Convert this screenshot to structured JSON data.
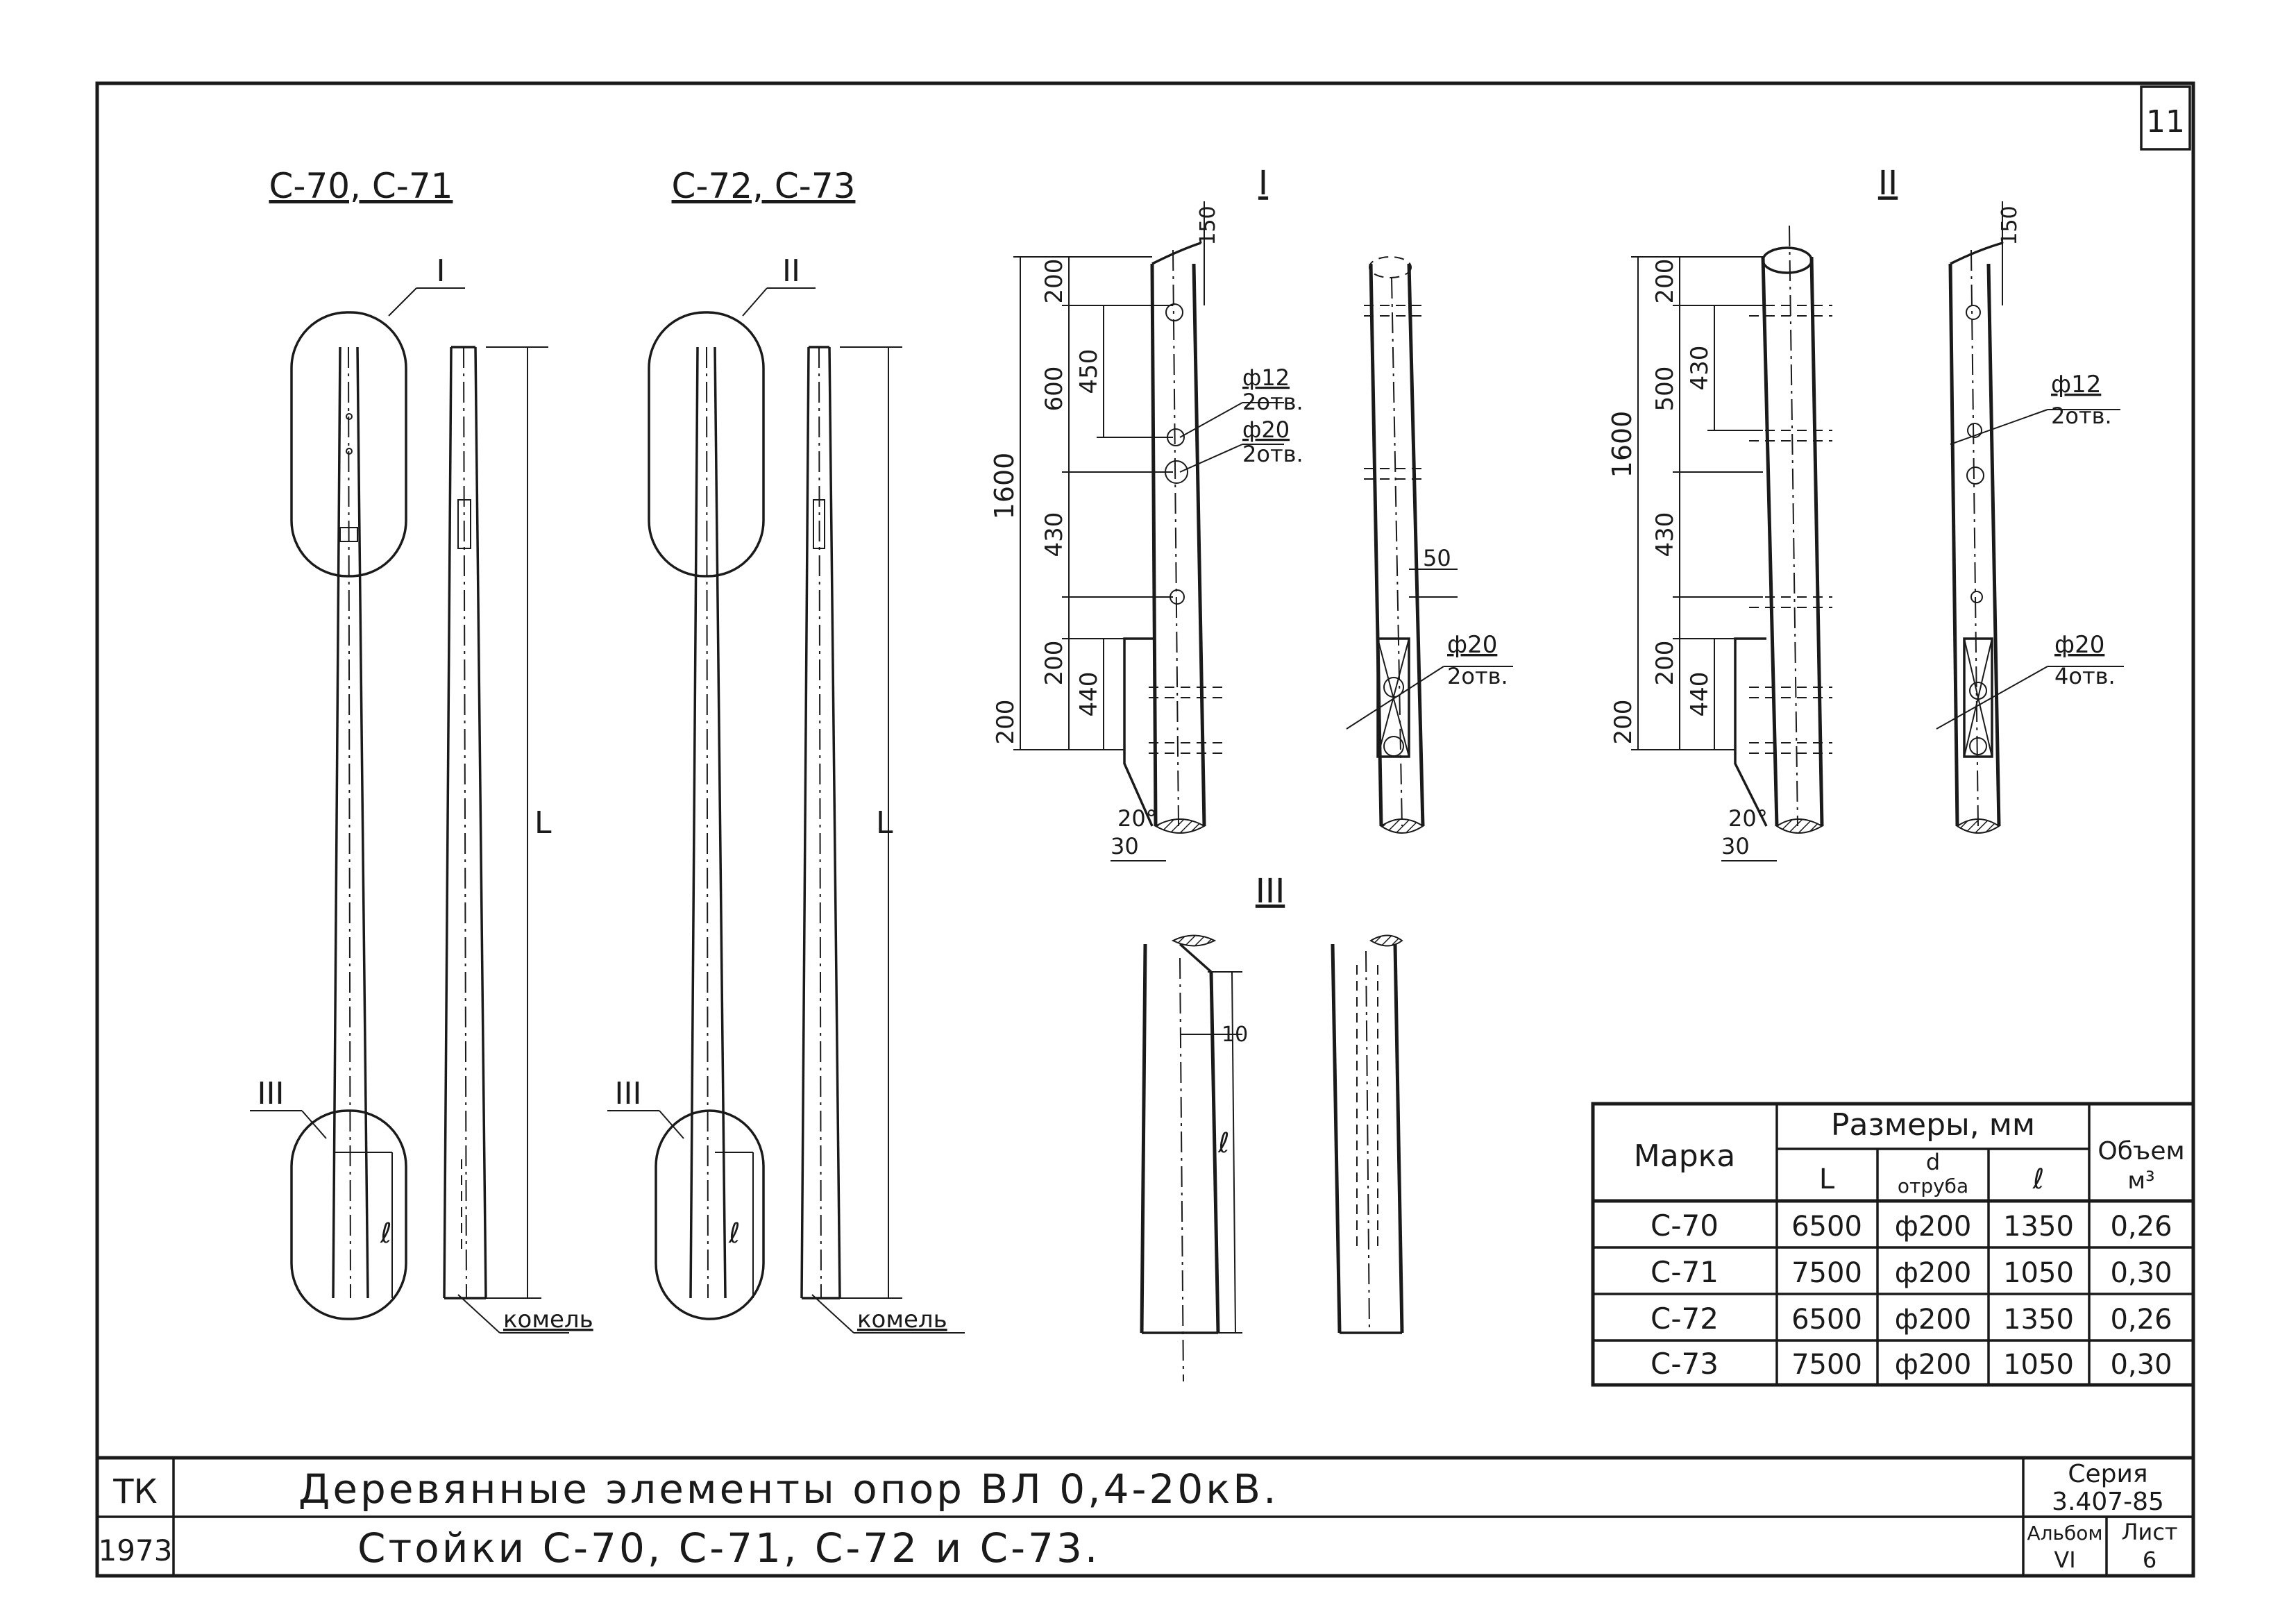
{
  "sheet_number": "11",
  "views": {
    "group_a_title": "С-70, С-71",
    "group_b_title": "С-72, С-73",
    "callout_1": "I",
    "callout_2": "II",
    "callout_3": "III",
    "dim_L": "L",
    "dim_l": "ℓ",
    "butt_label": "комель"
  },
  "detail_1": {
    "title": "I",
    "dims": [
      "200",
      "600",
      "450",
      "1600",
      "430",
      "200",
      "440",
      "200",
      "30",
      "20°",
      "150",
      "50"
    ],
    "hole_12": "ф12",
    "hole_12_count": "2отв.",
    "hole_20": "ф20",
    "hole_20_count": "2отв.",
    "hole_20b": "ф20",
    "hole_20b_count": "2отв."
  },
  "detail_2": {
    "title": "II",
    "dims": [
      "200",
      "500",
      "430",
      "1600",
      "430",
      "200",
      "440",
      "200",
      "30",
      "20°",
      "150"
    ],
    "hole_12": "ф12",
    "hole_12_count": "2отв.",
    "hole_20": "ф20",
    "hole_20_count": "4отв."
  },
  "detail_3": {
    "title": "III",
    "dim_10": "10",
    "dim_l": "ℓ"
  },
  "table": {
    "col_mark": "Марка",
    "col_sizes": "Размеры, мм",
    "col_L": "L",
    "col_d_top": "d",
    "col_d_bottom": "отруба",
    "col_l": "ℓ",
    "col_volume": "Объем",
    "col_volume_unit": "м³",
    "rows": [
      {
        "mark": "С-70",
        "L": "6500",
        "d": "ф200",
        "l": "1350",
        "v": "0,26"
      },
      {
        "mark": "С-71",
        "L": "7500",
        "d": "ф200",
        "l": "1050",
        "v": "0,30"
      },
      {
        "mark": "С-72",
        "L": "6500",
        "d": "ф200",
        "l": "1350",
        "v": "0,26"
      },
      {
        "mark": "С-73",
        "L": "7500",
        "d": "ф200",
        "l": "1050",
        "v": "0,30"
      }
    ]
  },
  "title_block": {
    "org": "ТК",
    "year": "1973",
    "title_line1": "Деревянные элементы опор ВЛ 0,4-20кВ.",
    "title_line2": "Стойки С-70, С-71, С-72 и С-73.",
    "series_label": "Серия",
    "series_value": "3.407-85",
    "album_label": "Альбом",
    "album_value": "VI",
    "sheet_label": "Лист",
    "sheet_value": "6"
  }
}
